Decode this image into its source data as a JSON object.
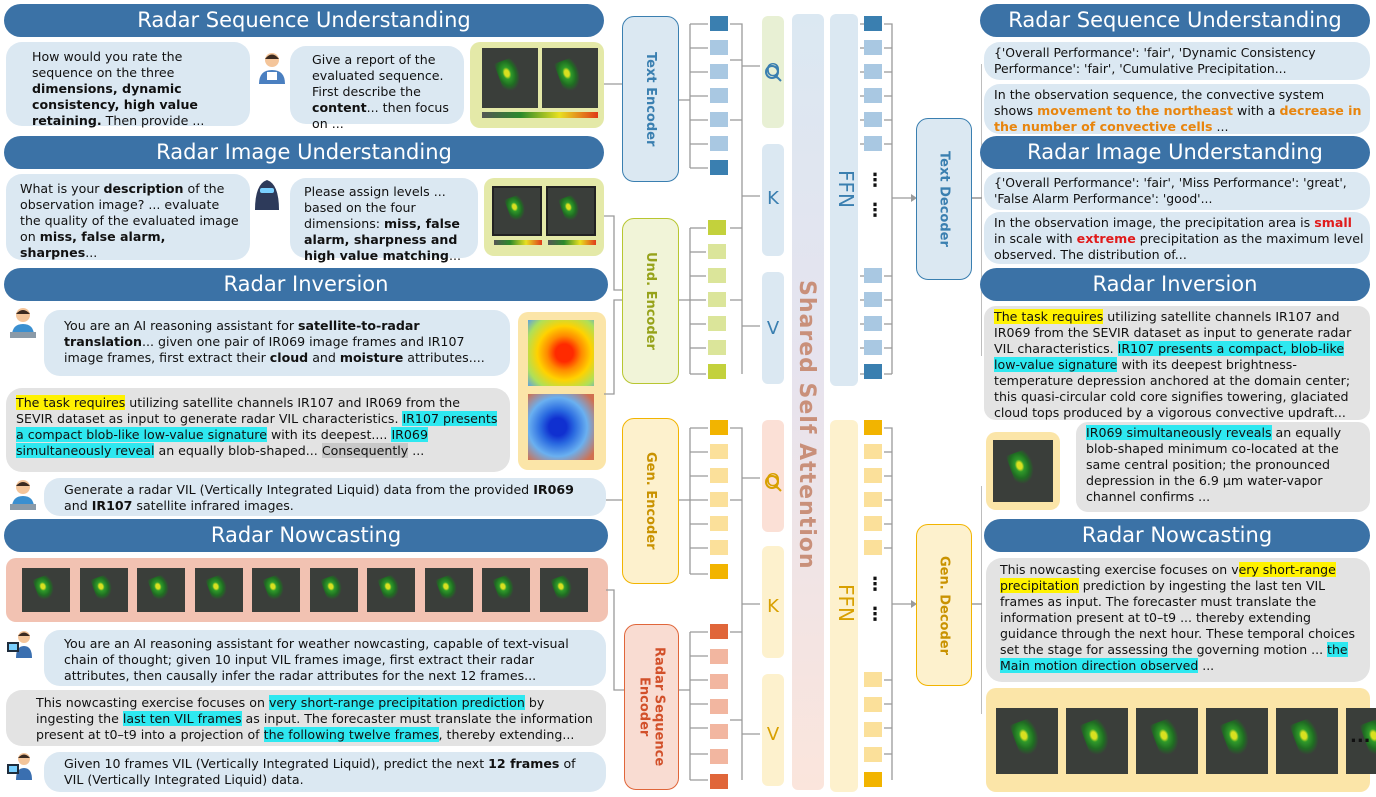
{
  "colors": {
    "header_bg": "#3b72a6",
    "bubble_blue": "#dbe8f2",
    "bubble_gray": "#e3e3e3",
    "text_token": "#3a7fb0",
    "und_token": "#c3d13c",
    "gen_token": "#f2b400",
    "radar_token": "#e0663a",
    "highlight_yellow": "#fff200",
    "highlight_cyan": "#2ee8f0",
    "orange_text": "#e8850e",
    "red_text": "#e01b1b"
  },
  "left": {
    "seq_understanding": {
      "title": "Radar Sequence Understanding",
      "q1": {
        "p1": "How would you rate the sequence on the three ",
        "b1": "dimensions, dynamic consistency, high value retaining.",
        "p2": " Then provide ..."
      },
      "q2": {
        "p1": "Give a report of the evaluated sequence. First describe the ",
        "b1": "content",
        "p2": "... then focus on ..."
      }
    },
    "img_understanding": {
      "title": "Radar Image Understanding",
      "q1": {
        "p1": "What is your ",
        "b1": "description",
        "p2": " of the observation image? ... evaluate the quality of the evaluated image on ",
        "b2": "miss, false alarm, sharpnes",
        "p3": "..."
      },
      "q2": {
        "p1": "Please assign levels ... based on the four dimensions: ",
        "b1": "miss, false alarm, sharpness and high value matching",
        "p2": "..."
      }
    },
    "inversion": {
      "title": "Radar Inversion",
      "prompt": {
        "p1": "You are an AI reasoning assistant for ",
        "b1": "satellite-to-radar translation",
        "p2": "... given one pair of IR069 image frames and IR107 image frames, first extract their ",
        "b2": "cloud",
        "p3": " and ",
        "b3": "moisture",
        "p4": " attributes...."
      },
      "reason": {
        "h1": "The task requires",
        "p1": " utilizing satellite channels IR107 and IR069 from the SEVIR dataset as input to generate radar VIL characteristics. ",
        "h2": "IR107 presents a compact  blob-like low-value signature",
        "p2": " with its deepest.... ",
        "h3": "IR069 simultaneously reveal",
        "p3": " an equally blob-shaped... ",
        "h4": "Consequently",
        "p4": " ..."
      },
      "instruction": {
        "p1": "Generate a radar VIL (Vertically Integrated Liquid) data from the provided ",
        "b1": "IR069",
        "p2": " and ",
        "b2": "IR107",
        "p3": " satellite infrared images."
      }
    },
    "nowcasting": {
      "title": "Radar Nowcasting",
      "prompt": "You are an AI reasoning assistant for weather nowcasting, capable of text-visual chain of thought; given 10 input VIL frames image, first extract their radar attributes, then causally infer the radar attributes for the next 12 frames...",
      "reason": {
        "p1": "This nowcasting exercise focuses on ",
        "h1": "very short-range precipitation prediction",
        "p2": " by ingesting the ",
        "h2": "last ten VIL frames",
        "p3": " as input. The forecaster must translate the information present at t0–t9 into a projection of ",
        "h3": "the following twelve frames",
        "p4": ", thereby extending..."
      },
      "instruction": {
        "p1": "Given 10 frames VIL (Vertically Integrated Liquid), predict the next ",
        "b1": "12 frames",
        "p2": " of VIL (Vertically Integrated Liquid) data."
      }
    }
  },
  "middle": {
    "text_encoder": "Text Encoder",
    "und_encoder": "Und. Encoder",
    "gen_encoder": "Gen. Encoder",
    "radar_encoder": "Radar Sequence Encoder",
    "q": "Q",
    "k": "K",
    "v": "V",
    "attention": "Shared Self Attention",
    "ffn": "FFN",
    "dots": "⋮",
    "text_decoder": "Text Decoder",
    "gen_decoder": "Gen. Decoder"
  },
  "right": {
    "seq_understanding": {
      "title": "Radar Sequence Understanding",
      "a1": "{'Overall Performance': 'fair', 'Dynamic Consistency Performance': 'fair', 'Cumulative Precipitation...",
      "a2": {
        "p1": "In the observation sequence, the convective system shows ",
        "o1": "movement to the northeast",
        "p2": " with a ",
        "o2": "decrease in the number of convective cells",
        "p3": " ..."
      }
    },
    "img_understanding": {
      "title": "Radar Image Understanding",
      "a1": "{'Overall Performance': 'fair', 'Miss Performance': 'great', 'False Alarm Performance': 'good'...",
      "a2": {
        "p1": "In the observation image, the precipitation area is ",
        "r1": "small",
        "p2": " in scale with ",
        "r2": "extreme",
        "p3": " precipitation as the maximum level observed. The distribution of..."
      }
    },
    "inversion": {
      "title": "Radar Inversion",
      "a1": {
        "h1": "The task requires",
        "p1": " utilizing satellite channels IR107 and IR069 from the SEVIR dataset as input to generate radar VIL characteristics. ",
        "h2": "IR107 presents a compact, blob-like low-value signature",
        "p2": " with its deepest brightness-temperature depression anchored at the domain center; this quasi-circular cold core signifies towering, glaciated cloud tops produced by a vigorous convective updraft..."
      },
      "a2": {
        "h1": "IR069 simultaneously reveals",
        "p1": " an equally blob-shaped minimum co-located at the same central position; the pronounced depression in the 6.9 μm water-vapor channel confirms ..."
      }
    },
    "nowcasting": {
      "title": "Radar Nowcasting",
      "a1": {
        "p1": "This nowcasting exercise focuses on v",
        "h1": "ery short-range precipitation",
        "p2": " prediction by ingesting the last ten VIL frames as input. The forecaster must translate the information present at t0–t9 ... thereby extending guidance through the next hour. These temporal choices set the stage for assessing the governing motion ... ",
        "h2": "the Main motion direction observed",
        "p3": " ..."
      },
      "ellipsis": "..."
    }
  }
}
